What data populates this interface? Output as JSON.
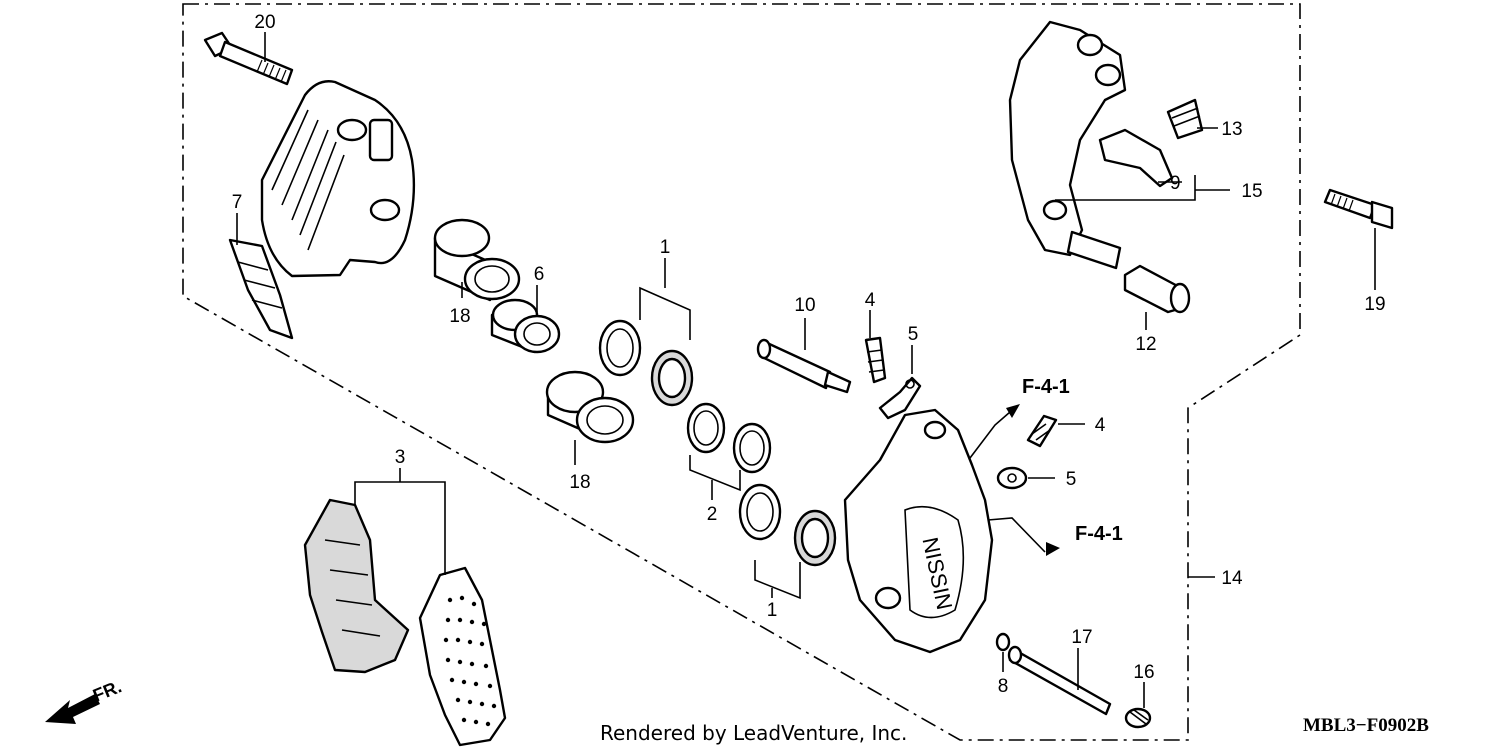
{
  "callouts": [
    {
      "id": "c20",
      "text": "20"
    },
    {
      "id": "c7",
      "text": "7"
    },
    {
      "id": "c18a",
      "text": "18"
    },
    {
      "id": "c6",
      "text": "6"
    },
    {
      "id": "c18b",
      "text": "18"
    },
    {
      "id": "c1a",
      "text": "1"
    },
    {
      "id": "c2",
      "text": "2"
    },
    {
      "id": "c1b",
      "text": "1"
    },
    {
      "id": "c3",
      "text": "3"
    },
    {
      "id": "c10",
      "text": "10"
    },
    {
      "id": "c4a",
      "text": "4"
    },
    {
      "id": "c5a",
      "text": "5"
    },
    {
      "id": "c4b",
      "text": "4"
    },
    {
      "id": "c5b",
      "text": "5"
    },
    {
      "id": "c13",
      "text": "13"
    },
    {
      "id": "c9",
      "text": "9"
    },
    {
      "id": "c15",
      "text": "15"
    },
    {
      "id": "c19",
      "text": "19"
    },
    {
      "id": "c12",
      "text": "12"
    },
    {
      "id": "c14",
      "text": "14"
    },
    {
      "id": "c17",
      "text": "17"
    },
    {
      "id": "c16",
      "text": "16"
    },
    {
      "id": "c8",
      "text": "8"
    }
  ],
  "references": {
    "upper": "F-4-1",
    "lower": "F-4-1"
  },
  "caliper_brand": "NISSIN",
  "direction_label": "FR.",
  "credit": "Rendered by LeadVenture, Inc.",
  "diagram_id": "MBL3−F0902B"
}
